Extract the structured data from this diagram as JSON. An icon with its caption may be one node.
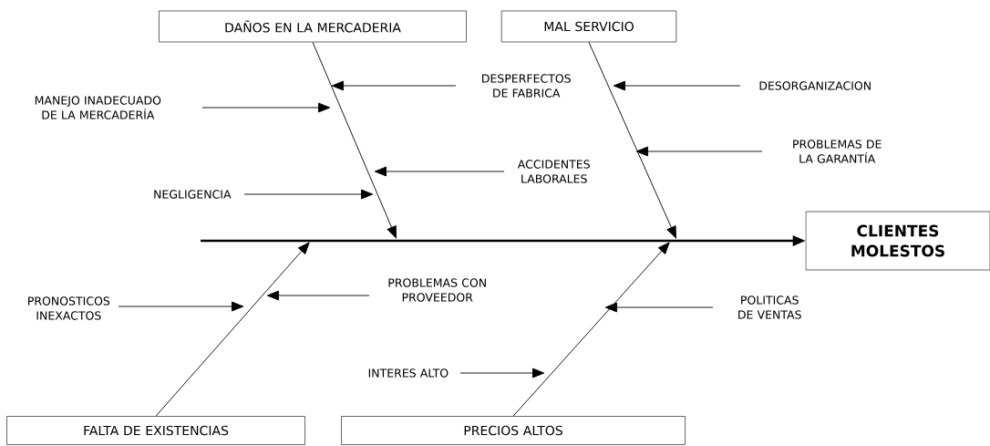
{
  "diagram": {
    "nodes": [
      {
        "text": [
          "DAÑOS EN LA MERCADERIA"
        ]
      },
      {
        "text": [
          "MAL SERVICIO"
        ]
      },
      {
        "text": [
          "CLIENTES MOLESTOS"
        ]
      },
      {
        "text": [
          "FALTA DE EXISTENCIAS"
        ]
      },
      {
        "text": [
          "PRECIOS ALTOS"
        ]
      },
      {
        "text": [
          "DESPERFECTOS DE FABRICA"
        ]
      },
      {
        "text": [
          "MANEJO INADECUADO DE LA MERCADERÍA"
        ]
      },
      {
        "text": [
          "ACCIDENTES LABORALES"
        ]
      },
      {
        "text": [
          "NEGLIGENCIA"
        ]
      },
      {
        "text": [
          "DESORGANIZACION"
        ]
      },
      {
        "text": [
          "PROBLEMAS DE LA GARANTÍA"
        ]
      },
      {
        "text": [
          "PROBLEMAS CON PROVEEDOR"
        ]
      },
      {
        "text": [
          "PRONOSTICOS INEXACTOS"
        ]
      },
      {
        "text": [
          "POLITICAS DE VENTAS"
        ]
      },
      {
        "text": [
          "INTERES ALTO"
        ]
      }
    ],
    "edges": [
      {
        "from": null,
        "to": 2,
        "arrow": "to",
        "style": "thick"
      },
      {
        "from": 0,
        "to": null,
        "arrow": "to"
      },
      {
        "from": 1,
        "to": null,
        "arrow": "to"
      },
      {
        "from": 3,
        "to": null,
        "arrow": "to"
      },
      {
        "from": 4,
        "to": null,
        "arrow": "to"
      },
      {
        "from": 5,
        "to": null,
        "arrow": "to"
      },
      {
        "from": 6,
        "to": null,
        "arrow": "to"
      },
      {
        "from": 7,
        "to": null,
        "arrow": "to"
      },
      {
        "from": 8,
        "to": null,
        "arrow": "to"
      },
      {
        "from": 9,
        "to": null,
        "arrow": "to"
      },
      {
        "from": 10,
        "to": null,
        "arrow": "to"
      },
      {
        "from": 11,
        "to": null,
        "arrow": "to"
      },
      {
        "from": 12,
        "to": null,
        "arrow": "to"
      },
      {
        "from": 13,
        "to": null,
        "arrow": "to"
      },
      {
        "from": 14,
        "to": null,
        "arrow": "to"
      }
    ]
  }
}
